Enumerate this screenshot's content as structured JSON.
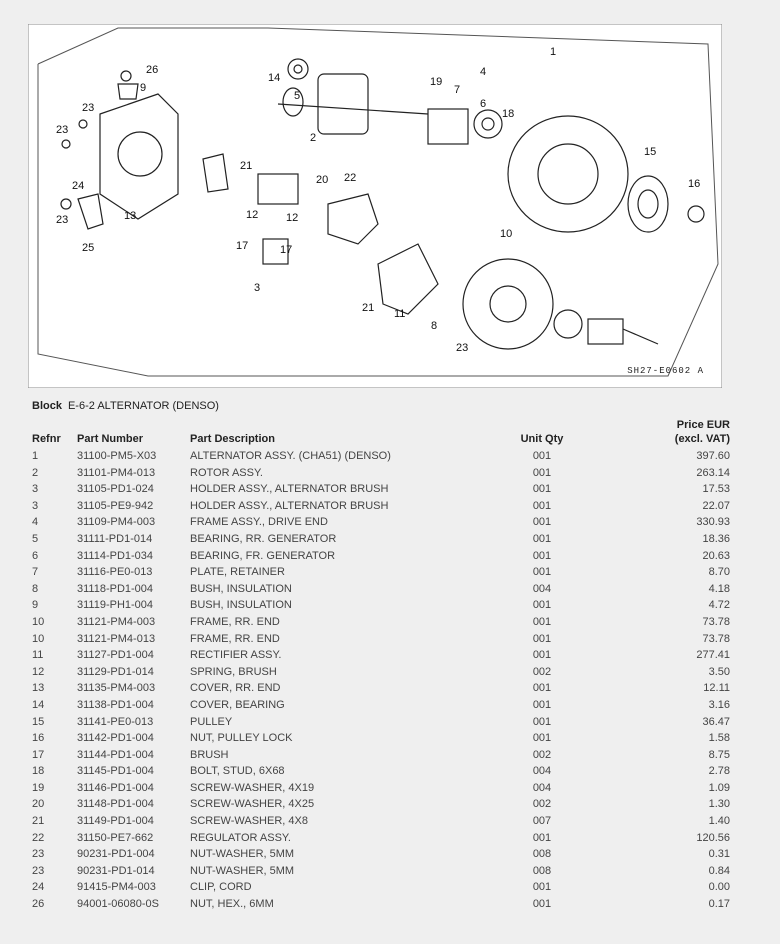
{
  "diagram": {
    "code": "SH27-E0602 A",
    "callouts": [
      "1",
      "2",
      "3",
      "4",
      "5",
      "6",
      "7",
      "8",
      "9",
      "10",
      "11",
      "12",
      "12",
      "13",
      "14",
      "15",
      "16",
      "17",
      "17",
      "18",
      "19",
      "20",
      "21",
      "21",
      "22",
      "23",
      "23",
      "23",
      "23",
      "24",
      "25",
      "26"
    ]
  },
  "block": {
    "label": "Block",
    "title": "E-6-2 ALTERNATOR (DENSO)"
  },
  "table": {
    "headers": {
      "refnr": "Refnr",
      "part_number": "Part Number",
      "description": "Part Description",
      "unit_qty": "Unit Qty",
      "price_line1": "Price EUR",
      "price_line2": "(excl. VAT)"
    },
    "rows": [
      {
        "refnr": "1",
        "part_number": "31100-PM5-X03",
        "description": "ALTERNATOR ASSY. (CHA51) (DENSO)",
        "unit_qty": "001",
        "price": "397.60"
      },
      {
        "refnr": "2",
        "part_number": "31101-PM4-013",
        "description": "ROTOR ASSY.",
        "unit_qty": "001",
        "price": "263.14"
      },
      {
        "refnr": "3",
        "part_number": "31105-PD1-024",
        "description": "HOLDER ASSY., ALTERNATOR BRUSH",
        "unit_qty": "001",
        "price": "17.53"
      },
      {
        "refnr": "3",
        "part_number": "31105-PE9-942",
        "description": "HOLDER ASSY., ALTERNATOR BRUSH",
        "unit_qty": "001",
        "price": "22.07"
      },
      {
        "refnr": "4",
        "part_number": "31109-PM4-003",
        "description": "FRAME ASSY., DRIVE END",
        "unit_qty": "001",
        "price": "330.93"
      },
      {
        "refnr": "5",
        "part_number": "31111-PD1-014",
        "description": "BEARING, RR. GENERATOR",
        "unit_qty": "001",
        "price": "18.36"
      },
      {
        "refnr": "6",
        "part_number": "31114-PD1-034",
        "description": "BEARING, FR. GENERATOR",
        "unit_qty": "001",
        "price": "20.63"
      },
      {
        "refnr": "7",
        "part_number": "31116-PE0-013",
        "description": "PLATE, RETAINER",
        "unit_qty": "001",
        "price": "8.70"
      },
      {
        "refnr": "8",
        "part_number": "31118-PD1-004",
        "description": "BUSH, INSULATION",
        "unit_qty": "004",
        "price": "4.18"
      },
      {
        "refnr": "9",
        "part_number": "31119-PH1-004",
        "description": "BUSH, INSULATION",
        "unit_qty": "001",
        "price": "4.72"
      },
      {
        "refnr": "10",
        "part_number": "31121-PM4-003",
        "description": "FRAME, RR. END",
        "unit_qty": "001",
        "price": "73.78"
      },
      {
        "refnr": "10",
        "part_number": "31121-PM4-013",
        "description": "FRAME, RR. END",
        "unit_qty": "001",
        "price": "73.78"
      },
      {
        "refnr": "11",
        "part_number": "31127-PD1-004",
        "description": "RECTIFIER ASSY.",
        "unit_qty": "001",
        "price": "277.41"
      },
      {
        "refnr": "12",
        "part_number": "31129-PD1-014",
        "description": "SPRING, BRUSH",
        "unit_qty": "002",
        "price": "3.50"
      },
      {
        "refnr": "13",
        "part_number": "31135-PM4-003",
        "description": "COVER, RR. END",
        "unit_qty": "001",
        "price": "12.11"
      },
      {
        "refnr": "14",
        "part_number": "31138-PD1-004",
        "description": "COVER, BEARING",
        "unit_qty": "001",
        "price": "3.16"
      },
      {
        "refnr": "15",
        "part_number": "31141-PE0-013",
        "description": "PULLEY",
        "unit_qty": "001",
        "price": "36.47"
      },
      {
        "refnr": "16",
        "part_number": "31142-PD1-004",
        "description": "NUT, PULLEY LOCK",
        "unit_qty": "001",
        "price": "1.58"
      },
      {
        "refnr": "17",
        "part_number": "31144-PD1-004",
        "description": "BRUSH",
        "unit_qty": "002",
        "price": "8.75"
      },
      {
        "refnr": "18",
        "part_number": "31145-PD1-004",
        "description": "BOLT, STUD, 6X68",
        "unit_qty": "004",
        "price": "2.78"
      },
      {
        "refnr": "19",
        "part_number": "31146-PD1-004",
        "description": "SCREW-WASHER, 4X19",
        "unit_qty": "004",
        "price": "1.09"
      },
      {
        "refnr": "20",
        "part_number": "31148-PD1-004",
        "description": "SCREW-WASHER, 4X25",
        "unit_qty": "002",
        "price": "1.30"
      },
      {
        "refnr": "21",
        "part_number": "31149-PD1-004",
        "description": "SCREW-WASHER, 4X8",
        "unit_qty": "007",
        "price": "1.40"
      },
      {
        "refnr": "22",
        "part_number": "31150-PE7-662",
        "description": "REGULATOR ASSY.",
        "unit_qty": "001",
        "price": "120.56"
      },
      {
        "refnr": "23",
        "part_number": "90231-PD1-004",
        "description": "NUT-WASHER, 5MM",
        "unit_qty": "008",
        "price": "0.31"
      },
      {
        "refnr": "23",
        "part_number": "90231-PD1-014",
        "description": "NUT-WASHER, 5MM",
        "unit_qty": "008",
        "price": "0.84"
      },
      {
        "refnr": "24",
        "part_number": "91415-PM4-003",
        "description": "CLIP, CORD",
        "unit_qty": "001",
        "price": "0.00"
      },
      {
        "refnr": "26",
        "part_number": "94001-06080-0S",
        "description": "NUT, HEX., 6MM",
        "unit_qty": "001",
        "price": "0.17"
      }
    ]
  }
}
